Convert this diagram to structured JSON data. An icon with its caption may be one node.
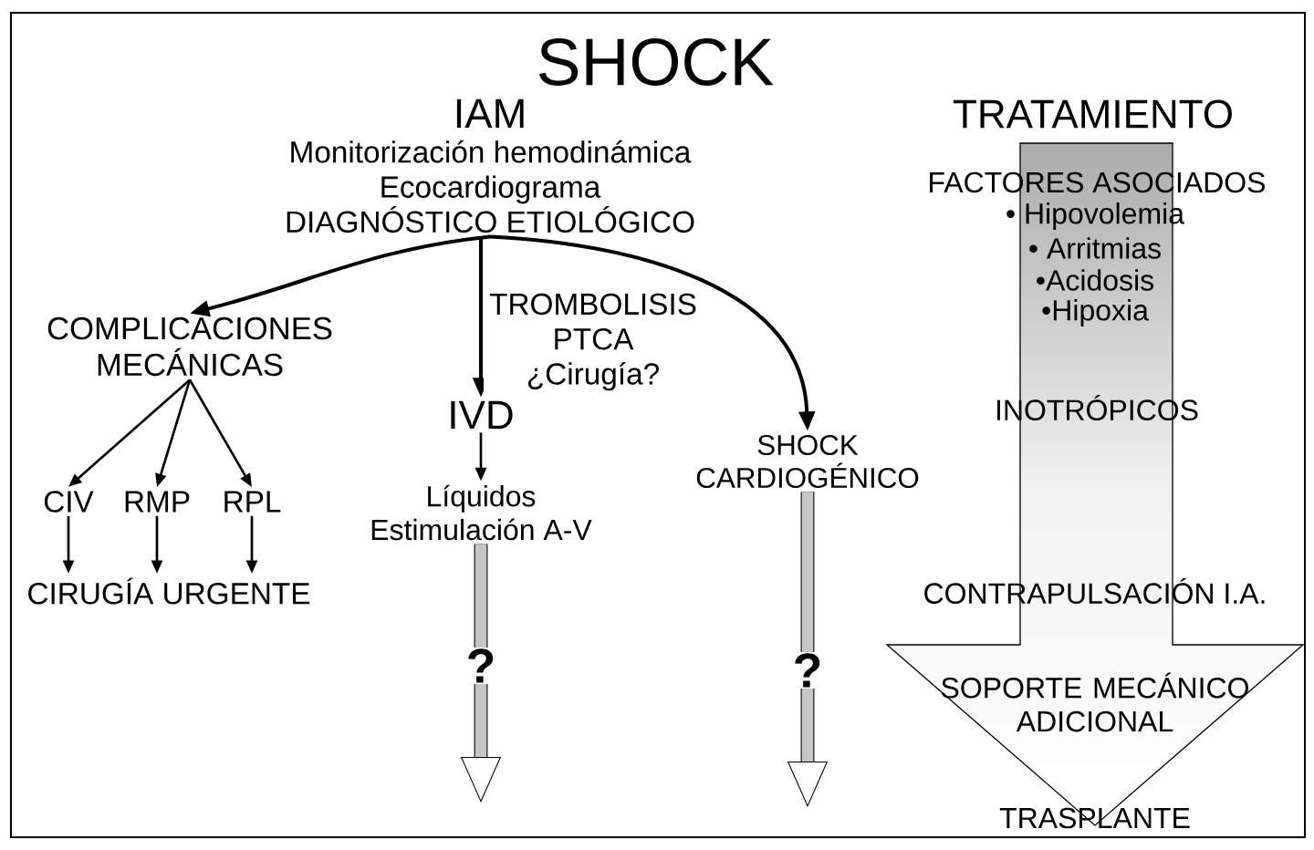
{
  "diagram": {
    "title": "SHOCK",
    "nodes": [
      {
        "text": [
          "IAM",
          "Monitorización hemodinámica",
          "Ecocardiograma",
          "DIAGNÓSTICO ETIOLÓGICO"
        ]
      },
      {
        "text": [
          "COMPLICACIONES MECÁNICAS"
        ]
      },
      {
        "text": [
          "IVD"
        ]
      },
      {
        "text": [
          "SHOCK CARDIOGÉNICO"
        ]
      },
      {
        "text": [
          "CIV"
        ]
      },
      {
        "text": [
          "RMP"
        ]
      },
      {
        "text": [
          "RPL"
        ]
      },
      {
        "text": [
          "CIRUGÍA URGENTE"
        ]
      },
      {
        "text": [
          "Líquidos",
          "Estimulación A-V"
        ]
      },
      {
        "text": [
          "TRATAMIENTO",
          "FACTORES ASOCIADOS",
          "• Hipovolemia",
          "• Arritmias",
          "•Acidosis",
          "•Hipoxia",
          "INOTRÓPICOS",
          "CONTRAPULSACIÓN I.A.",
          "SOPORTE MECÁNICO ADICIONAL",
          "TRASPLANTE"
        ]
      }
    ],
    "edges": [
      {
        "from": 0,
        "to": 1,
        "arrow": "to"
      },
      {
        "from": 0,
        "to": 2,
        "arrow": "to",
        "label": "TROMBOLISIS PTCA ¿Cirugía?"
      },
      {
        "from": 0,
        "to": 3,
        "arrow": "to"
      },
      {
        "from": 1,
        "to": 4,
        "arrow": "to"
      },
      {
        "from": 1,
        "to": 5,
        "arrow": "to"
      },
      {
        "from": 1,
        "to": 6,
        "arrow": "to"
      },
      {
        "from": 4,
        "to": 7,
        "arrow": "to"
      },
      {
        "from": 5,
        "to": 7,
        "arrow": "to"
      },
      {
        "from": 6,
        "to": 7,
        "arrow": "to"
      },
      {
        "from": 2,
        "to": 8,
        "arrow": "to"
      },
      {
        "from": 8,
        "to": null,
        "arrow": "to",
        "label": "?",
        "style": "thick"
      },
      {
        "from": 3,
        "to": null,
        "arrow": "to",
        "label": "?",
        "style": "thick"
      }
    ]
  }
}
